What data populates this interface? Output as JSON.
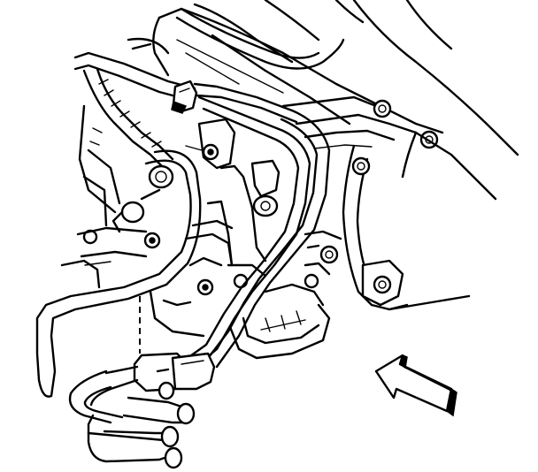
{
  "diagram": {
    "kind": "technical line drawing",
    "components": [
      {
        "id": "transmission-case",
        "label": ""
      },
      {
        "id": "bellhousing",
        "label": ""
      },
      {
        "id": "oil-cooler-lines",
        "label": ""
      },
      {
        "id": "cooler-line-fitting-bracket",
        "label": ""
      },
      {
        "id": "transmission-oil-pan",
        "label": ""
      },
      {
        "id": "wiring-harness",
        "label": ""
      },
      {
        "id": "view-direction-arrow",
        "label": ""
      }
    ],
    "colors": {
      "ink": "#000000",
      "paper": "#ffffff"
    }
  }
}
